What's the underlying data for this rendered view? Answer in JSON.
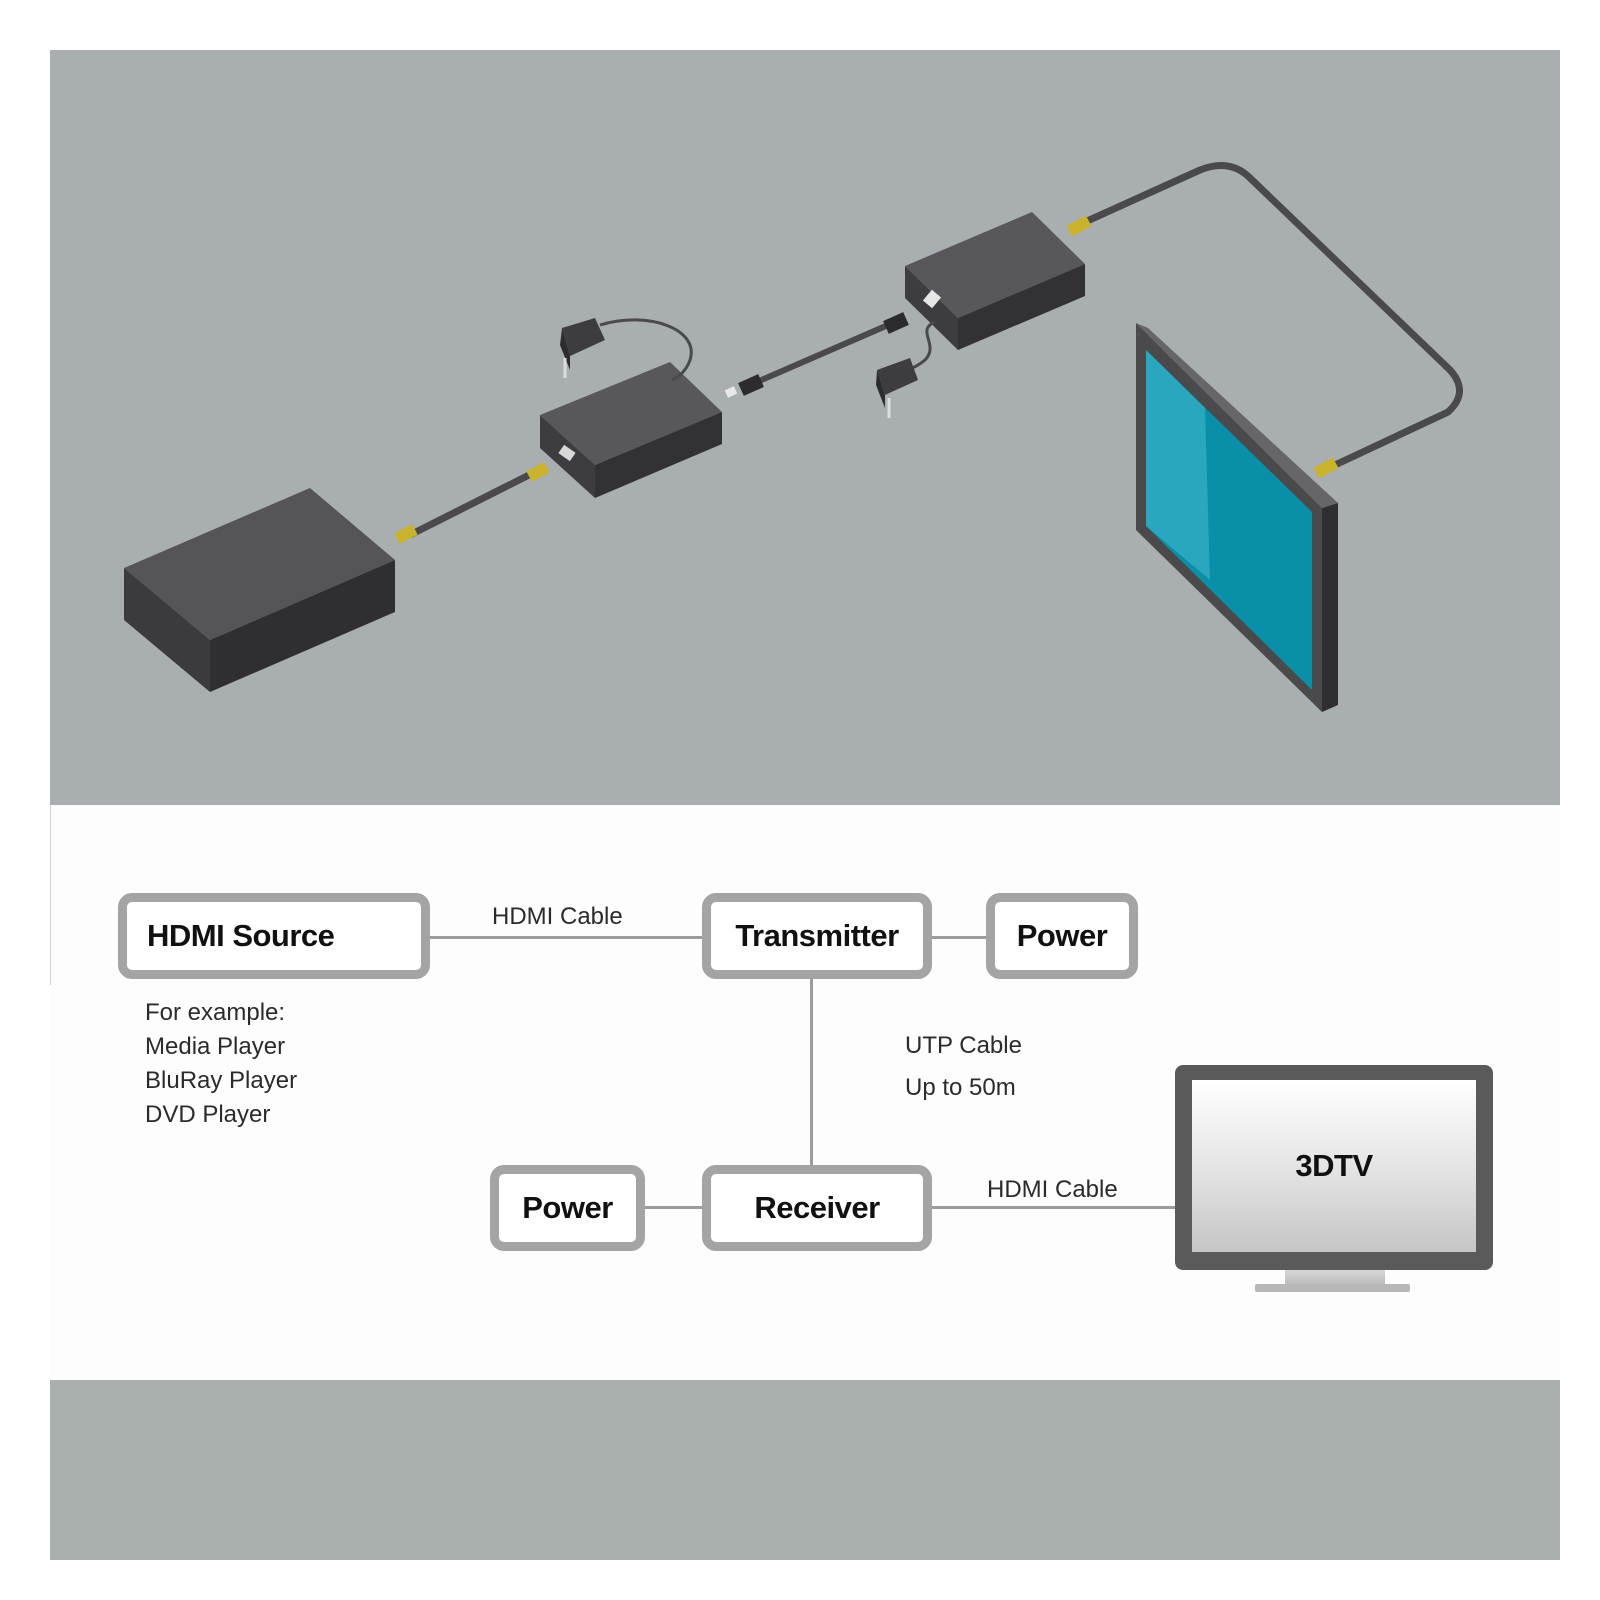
{
  "illustration": {
    "devices": [
      "source-box",
      "transmitter-unit",
      "receiver-unit",
      "display-screen"
    ],
    "colors": {
      "background": "#a9aeb1",
      "device": "#4a4a4d",
      "screen": "#0a8fa8",
      "connector": "#c9b22d"
    }
  },
  "diagram": {
    "hdmi_source": {
      "label": "HDMI Source"
    },
    "examples": [
      "For example:",
      "Media Player",
      "BluRay Player",
      "DVD Player"
    ],
    "hdmi_cable_top": "HDMI Cable",
    "transmitter": {
      "label": "Transmitter"
    },
    "power_top": {
      "label": "Power"
    },
    "utp_cable": "UTP Cable",
    "utp_length": "Up to 50m",
    "power_bottom": {
      "label": "Power"
    },
    "receiver": {
      "label": "Receiver"
    },
    "hdmi_cable_bottom": "HDMI Cable",
    "tv": {
      "label": "3DTV"
    }
  }
}
